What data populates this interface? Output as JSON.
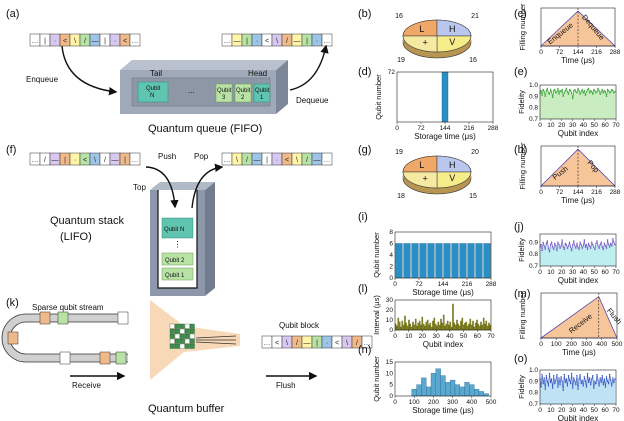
{
  "panels": {
    "a": "(a)",
    "b": "(b)",
    "c": "(c)",
    "d": "(d)",
    "e": "(e)",
    "f": "(f)",
    "g": "(g)",
    "h": "(h)",
    "i": "(i)",
    "j": "(j)",
    "k": "(k)",
    "l": "(l)",
    "m": "(m)",
    "n": "(n)",
    "o": "(o)"
  },
  "queue": {
    "enqueue": "Enqueue",
    "dequeue": "Dequeue",
    "tail": "Tail",
    "head": "Head",
    "qubit_n": "Qubit",
    "qubit_n2": "N",
    "dots": "...",
    "q3a": "Qubit",
    "q3b": "3",
    "q2a": "Qubit",
    "q2b": "2",
    "q1a": "Qubit",
    "q1b": "1",
    "caption": "Quantum queue (FIFO)"
  },
  "stack": {
    "push": "Push",
    "pop": "Pop",
    "top": "Top",
    "caption1": "Quantum stack",
    "caption2": "(LIFO)",
    "qn": "Qubit N",
    "q2": "Qubit 2",
    "q1": "Qubit 1"
  },
  "buffer": {
    "stream": "Sparse qubit stream",
    "receive": "Receive",
    "block": "Qubit block",
    "flush": "Flush",
    "caption": "Quantum buffer"
  },
  "pie_b": {
    "labels": [
      "L",
      "H",
      "+",
      "V"
    ],
    "counts": [
      "16",
      "21",
      "19",
      "16"
    ]
  },
  "pie_g": {
    "labels": [
      "L",
      "H",
      "+",
      "V"
    ],
    "counts": [
      "19",
      "20",
      "18",
      "15"
    ]
  },
  "colors": {
    "queue_box": "#9fa9b8",
    "stack_box": "#8d99aa",
    "qubit_teal": "#5fc4b0",
    "qubit_green": "#b9e3a5",
    "orange": "#f0b98a",
    "tri": "#f7c59a",
    "bar_blue": "#2a8fc4",
    "olive": "#8a8a1e"
  },
  "chart_data": [
    {
      "id": "c",
      "type": "area",
      "xlabel": "Time (μs)",
      "ylabel": "Filling number",
      "x_ticks": [
        "0",
        "72",
        "144",
        "216",
        "288"
      ],
      "x": [
        0,
        144,
        288
      ],
      "y": [
        0,
        1,
        0
      ],
      "xlim": [
        0,
        288
      ],
      "annotations": [
        "Enqueue",
        "Dequeue"
      ]
    },
    {
      "id": "d",
      "type": "bar",
      "xlabel": "Storage time (μs)",
      "ylabel": "Qubit number",
      "x_ticks": [
        "0",
        "72",
        "144",
        "216",
        "288"
      ],
      "y_ticks": [
        "72"
      ],
      "x": [
        144
      ],
      "values": [
        72
      ],
      "xlim": [
        0,
        288
      ],
      "ylim": [
        0,
        72
      ]
    },
    {
      "id": "e",
      "type": "line",
      "xlabel": "Qubit index",
      "ylabel": "Fidelity",
      "x_ticks": [
        "0",
        "10",
        "20",
        "30",
        "40",
        "50",
        "60",
        "70"
      ],
      "y_ticks": [
        "0.7",
        "0.8",
        "0.9",
        "1.0"
      ],
      "ylim": [
        0.7,
        1.0
      ],
      "xlim": [
        0,
        72
      ],
      "values": [
        0.93,
        0.95,
        0.91,
        0.96,
        0.94,
        0.9,
        0.95,
        0.97,
        0.93,
        0.92,
        0.96,
        0.94,
        0.89,
        0.95,
        0.96,
        0.93,
        0.94,
        0.97,
        0.92,
        0.95,
        0.94,
        0.96,
        0.9,
        0.93,
        0.95,
        0.97,
        0.94,
        0.92,
        0.96,
        0.95,
        0.93,
        0.88,
        0.95,
        0.96,
        0.94,
        0.93,
        0.97,
        0.95,
        0.92,
        0.94,
        0.96,
        0.93,
        0.95,
        0.91,
        0.94,
        0.96,
        0.97,
        0.93,
        0.95,
        0.94,
        0.92,
        0.96,
        0.95,
        0.93,
        0.94,
        0.97,
        0.95,
        0.92,
        0.94,
        0.96,
        0.93,
        0.95,
        0.94,
        0.9,
        0.96,
        0.95,
        0.93,
        0.94,
        0.96,
        0.95,
        0.93,
        0.94
      ]
    },
    {
      "id": "h",
      "type": "area",
      "xlabel": "Time (μs)",
      "ylabel": "Filling number",
      "x_ticks": [
        "0",
        "72",
        "144",
        "216",
        "288"
      ],
      "x": [
        0,
        144,
        288
      ],
      "y": [
        0,
        1,
        0
      ],
      "xlim": [
        0,
        288
      ],
      "annotations": [
        "Push",
        "Pop"
      ]
    },
    {
      "id": "i",
      "type": "bar",
      "xlabel": "Storage time (μs)",
      "ylabel": "Qubit number",
      "x_ticks": [
        "0",
        "72",
        "144",
        "216",
        "288"
      ],
      "y_ticks": [
        "0",
        "2",
        "4",
        "6",
        "8"
      ],
      "ylim": [
        0,
        8
      ],
      "xlim": [
        0,
        288
      ],
      "values": [
        6,
        6,
        6,
        6,
        6,
        6,
        6,
        6,
        6,
        6,
        6,
        6
      ]
    },
    {
      "id": "j",
      "type": "line",
      "xlabel": "Qubit index",
      "ylabel": "Fidelity",
      "x_ticks": [
        "0",
        "10",
        "20",
        "30",
        "40",
        "50",
        "60",
        "70"
      ],
      "y_ticks": [
        "0.7",
        "0.8",
        "0.9"
      ],
      "ylim": [
        0.7,
        0.97
      ],
      "xlim": [
        0,
        72
      ],
      "values": [
        0.86,
        0.88,
        0.83,
        0.9,
        0.87,
        0.84,
        0.89,
        0.91,
        0.85,
        0.82,
        0.88,
        0.9,
        0.86,
        0.84,
        0.89,
        0.87,
        0.83,
        0.9,
        0.88,
        0.85,
        0.87,
        0.92,
        0.86,
        0.84,
        0.89,
        0.88,
        0.85,
        0.87,
        0.9,
        0.86,
        0.83,
        0.88,
        0.91,
        0.87,
        0.85,
        0.89,
        0.86,
        0.84,
        0.9,
        0.88,
        0.85,
        0.87,
        0.92,
        0.86,
        0.88,
        0.84,
        0.89,
        0.87,
        0.85,
        0.9,
        0.88,
        0.86,
        0.84,
        0.89,
        0.91,
        0.87,
        0.85,
        0.88,
        0.9,
        0.86,
        0.84,
        0.89,
        0.87,
        0.85,
        0.92,
        0.88,
        0.86,
        0.89,
        0.87,
        0.93,
        0.9,
        0.88
      ]
    },
    {
      "id": "l",
      "type": "bar",
      "xlabel": "Qubit index",
      "ylabel": "Interval (μs)",
      "x_ticks": [
        "0",
        "10",
        "20",
        "30",
        "40",
        "50",
        "60",
        "70"
      ],
      "y_ticks": [
        "0",
        "10",
        "20",
        "30"
      ],
      "ylim": [
        0,
        30
      ],
      "xlim": [
        0,
        72
      ],
      "values": [
        6,
        4,
        12,
        8,
        3,
        9,
        5,
        14,
        7,
        4,
        10,
        6,
        3,
        8,
        5,
        11,
        4,
        7,
        9,
        5,
        13,
        6,
        4,
        8,
        10,
        5,
        7,
        3,
        9,
        12,
        6,
        4,
        8,
        5,
        11,
        7,
        15,
        4,
        6,
        9,
        5,
        8,
        3,
        26,
        7,
        5,
        10,
        6,
        4,
        9,
        12,
        5,
        7,
        8,
        4,
        6,
        11,
        5,
        9,
        3,
        7,
        10,
        6,
        4,
        8,
        5,
        12,
        6,
        9,
        4,
        7,
        5
      ]
    },
    {
      "id": "m",
      "type": "area",
      "xlabel": "Time (μs)",
      "ylabel": "Filling number",
      "x_ticks": [
        "0",
        "100",
        "200",
        "300",
        "400",
        "500"
      ],
      "x": [
        0,
        380,
        500
      ],
      "y": [
        0,
        1,
        0
      ],
      "xlim": [
        0,
        500
      ],
      "annotations": [
        "Receive",
        "Flush"
      ]
    },
    {
      "id": "n",
      "type": "bar",
      "xlabel": "Storage time (μs)",
      "ylabel": "Qubit number",
      "x_ticks": [
        "0",
        "100",
        "200",
        "300",
        "400",
        "500"
      ],
      "y_ticks": [
        "0",
        "5",
        "10",
        "15"
      ],
      "ylim": [
        0,
        15
      ],
      "xlim": [
        0,
        500
      ],
      "x": [
        100,
        125,
        150,
        175,
        200,
        225,
        250,
        275,
        300,
        325,
        350,
        375,
        400,
        425,
        450,
        475
      ],
      "values": [
        3,
        5,
        8,
        4,
        10,
        12,
        9,
        6,
        7,
        5,
        4,
        6,
        5,
        3,
        2,
        1
      ]
    },
    {
      "id": "o",
      "type": "line",
      "xlabel": "Qubit index",
      "ylabel": "Fidelity",
      "x_ticks": [
        "0",
        "10",
        "20",
        "30",
        "40",
        "50",
        "60",
        "70"
      ],
      "y_ticks": [
        "0.7",
        "0.8",
        "0.9",
        "1.0"
      ],
      "ylim": [
        0.7,
        1.0
      ],
      "xlim": [
        0,
        72
      ],
      "values": [
        0.92,
        0.85,
        0.96,
        0.88,
        0.93,
        0.83,
        0.95,
        0.9,
        0.86,
        0.97,
        0.89,
        0.92,
        0.84,
        0.95,
        0.88,
        0.91,
        0.96,
        0.85,
        0.93,
        0.87,
        0.94,
        0.9,
        0.82,
        0.96,
        0.89,
        0.92,
        0.86,
        0.95,
        0.91,
        0.88,
        0.97,
        0.84,
        0.93,
        0.9,
        0.87,
        0.95,
        0.83,
        0.92,
        0.96,
        0.88,
        0.91,
        0.86,
        0.94,
        0.9,
        0.85,
        0.97,
        0.89,
        0.93,
        0.87,
        0.92,
        0.95,
        0.84,
        0.9,
        0.88,
        0.96,
        0.91,
        0.86,
        0.93,
        0.89,
        0.95,
        0.87,
        0.92,
        0.85,
        0.94,
        0.9,
        0.88,
        0.96,
        0.91,
        0.86,
        0.93,
        0.89,
        0.92
      ]
    }
  ]
}
